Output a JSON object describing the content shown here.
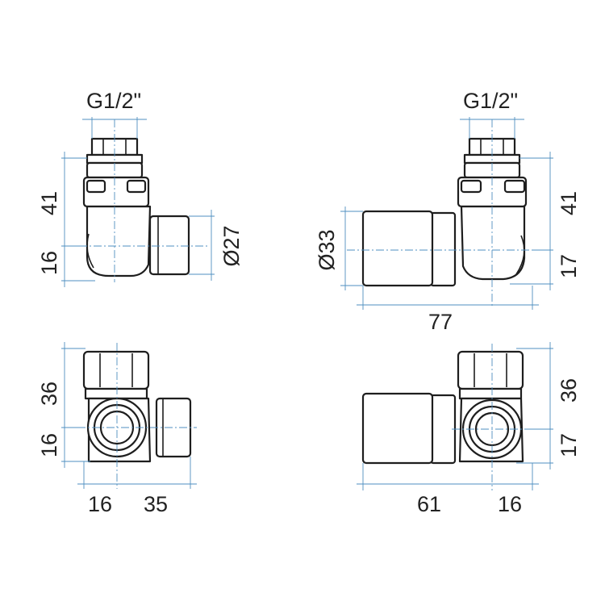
{
  "colors": {
    "outline": "#1e1e1e",
    "dimension_line": "#4f8fc0",
    "text": "#222222",
    "background": "#ffffff"
  },
  "views": {
    "left_side": {
      "thread": "G1/2\"",
      "height_top": "41",
      "height_bottom": "16",
      "diameter": "Ø27"
    },
    "right_side": {
      "thread": "G1/2\"",
      "height_top": "41",
      "height_bottom": "17",
      "diameter": "Ø33",
      "length": "77"
    },
    "left_top": {
      "depth_top": "36",
      "depth_bottom": "16",
      "width_left": "16",
      "width_right": "35"
    },
    "right_top": {
      "depth_top": "36",
      "depth_bottom": "17",
      "width_left": "61",
      "width_right": "16"
    }
  }
}
